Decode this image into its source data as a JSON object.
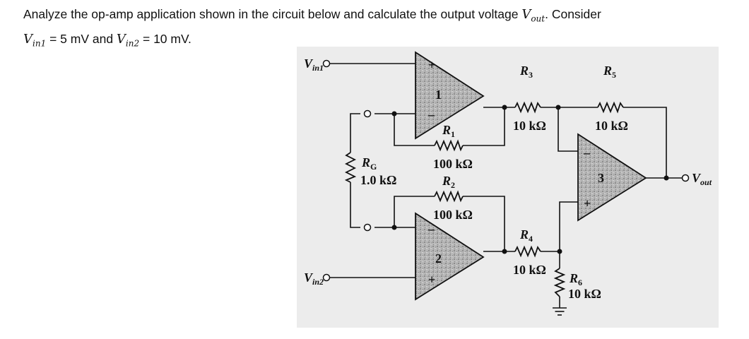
{
  "question": {
    "line1_a": "Analyze the op-amp application shown in the circuit below and calculate the output voltage ",
    "line1_var": "V",
    "line1_var_sub": "out",
    "line1_b": ". Consider",
    "line2_v1": "V",
    "line2_v1_sub": "in1",
    "line2_eq1": " = 5 mV and ",
    "line2_v2": "V",
    "line2_v2_sub": "in2",
    "line2_eq2": " = 10 mV."
  },
  "circuit": {
    "inputs": {
      "vin1": {
        "name": "V",
        "sub": "in1"
      },
      "vin2": {
        "name": "V",
        "sub": "in2"
      }
    },
    "output": {
      "name": "V",
      "sub": "out"
    },
    "opamps": [
      {
        "id": "1",
        "plus": "+",
        "minus": "–"
      },
      {
        "id": "2",
        "plus": "+",
        "minus": "–"
      },
      {
        "id": "3",
        "plus": "+",
        "minus": "–"
      }
    ],
    "resistors": {
      "R1": {
        "name": "R",
        "sub": "1",
        "value": "100 kΩ"
      },
      "R2": {
        "name": "R",
        "sub": "2",
        "value": "100 kΩ"
      },
      "RG": {
        "name": "R",
        "sub": "G",
        "value": "1.0 kΩ"
      },
      "R3": {
        "name": "R",
        "sub": "3",
        "value": "10 kΩ"
      },
      "R4": {
        "name": "R",
        "sub": "4",
        "value": "10 kΩ"
      },
      "R5": {
        "name": "R",
        "sub": "5",
        "value": "10 kΩ"
      },
      "R6": {
        "name": "R",
        "sub": "6",
        "value": "10 kΩ"
      }
    }
  }
}
